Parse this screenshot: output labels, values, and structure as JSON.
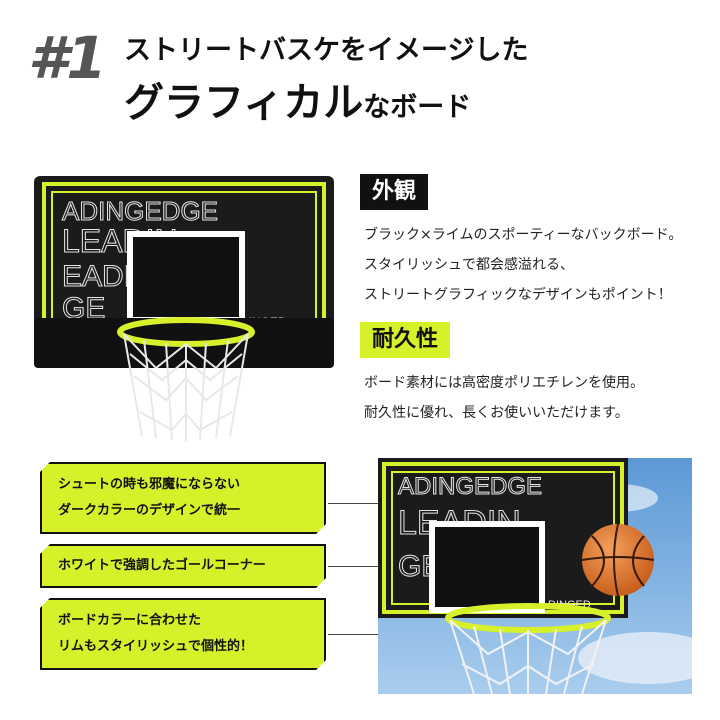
{
  "header": {
    "number": "#1",
    "line1": "ストリートバスケをイメージした",
    "line2_big": "グラフィカル",
    "line2_small": "なボード"
  },
  "board_graphic": {
    "rows": [
      "ADINGEDGE",
      "LEADIN",
      "EADING",
      "GE",
      "DINGED"
    ]
  },
  "sections": {
    "appearance": {
      "label": "外観",
      "lines": [
        "ブラック×ライムのスポーティーなバックボード。",
        "スタイリッシュで都会感溢れる、",
        "ストリートグラフィックなデザインもポイント！"
      ]
    },
    "durability": {
      "label": "耐久性",
      "lines": [
        "ボード素材には高密度ポリエチレンを使用。",
        "耐久性に優れ、長くお使いいただけます。"
      ]
    }
  },
  "callouts": [
    {
      "lines": [
        "シュートの時も邪魔にならない",
        "ダークカラーのデザインで統一"
      ]
    },
    {
      "lines": [
        "ホワイトで強調したゴールコーナー"
      ]
    },
    {
      "lines": [
        "ボードカラーに合わせた",
        "リムもスタイリッシュで個性的！"
      ]
    }
  ],
  "colors": {
    "lime": "#d6f02a",
    "board": "#1b1b1b",
    "sky": "#6fa6dc",
    "ball": "#e2772b"
  }
}
